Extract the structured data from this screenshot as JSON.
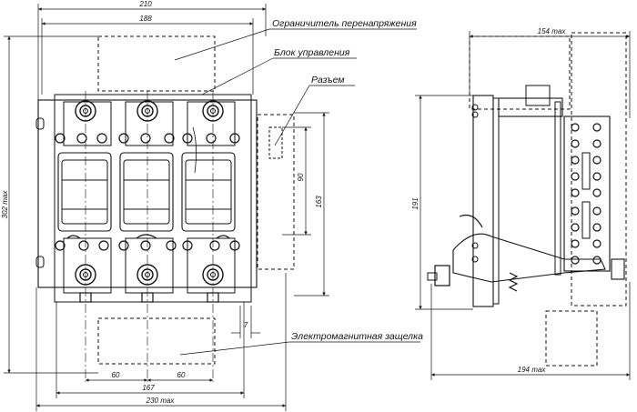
{
  "labels": {
    "surge_limiter": "Ограничитель перенапряжения",
    "control_unit": "Блок управления",
    "connector": "Разъем",
    "em_latch": "Электромагнитная защелка"
  },
  "dimensions": {
    "d210": "210",
    "d188": "188",
    "d302": "302 max",
    "d90": "90",
    "d163": "163",
    "d7": "7",
    "d60a": "60",
    "d60b": "60",
    "d167": "167",
    "d230": "230 max",
    "d154": "154 max",
    "d191": "191",
    "d194": "194 max"
  }
}
